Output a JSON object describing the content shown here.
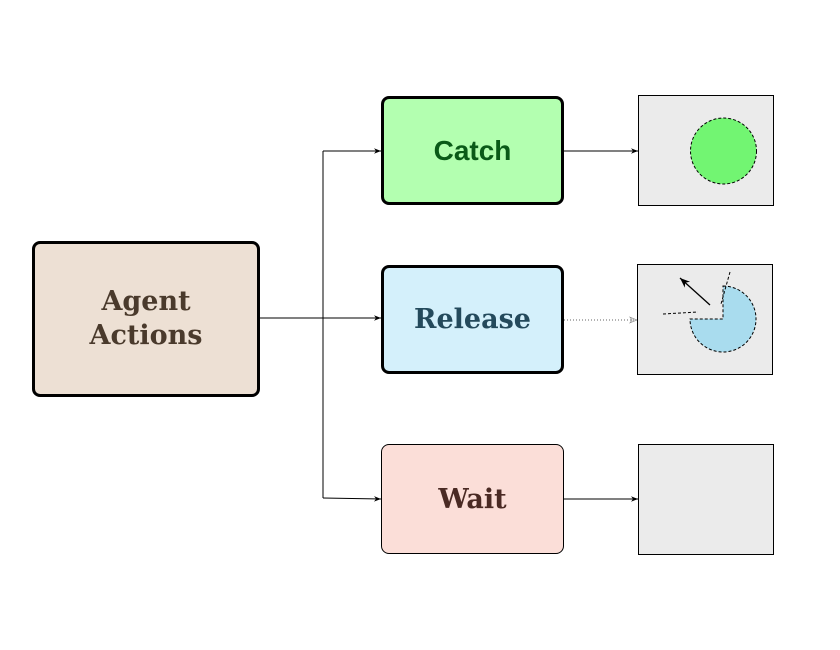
{
  "diagram": {
    "agent": {
      "label": "Agent\nActions"
    },
    "actions": [
      {
        "label": "Catch"
      },
      {
        "label": "Release"
      },
      {
        "label": "Wait"
      }
    ]
  },
  "colors": {
    "agent_fill": "#ede0d4",
    "catch_fill": "#b3ffb0",
    "release_fill": "#d4f0fb",
    "wait_fill": "#fbded8",
    "panel_fill": "#ebebeb",
    "caught_object": "#72f572",
    "released_object": "#a9dcee"
  },
  "icons": [
    "caught-object-icon",
    "released-object-icon",
    "release-direction-arrow-icon"
  ]
}
